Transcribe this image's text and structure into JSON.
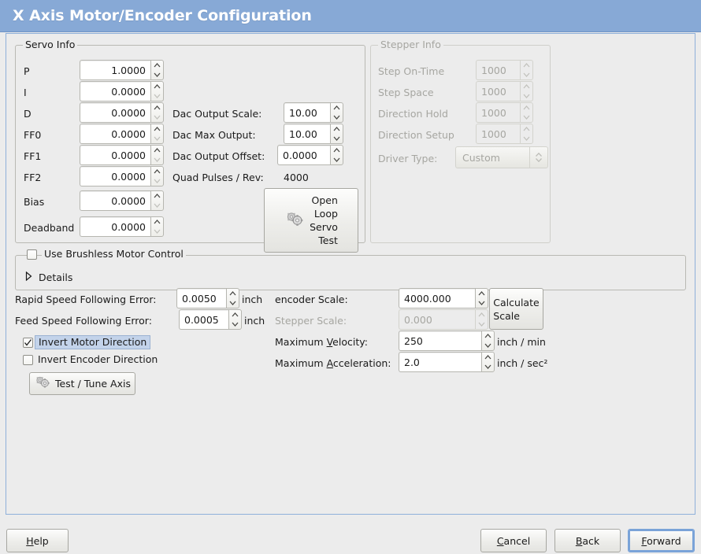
{
  "window": {
    "title": "X Axis Motor/Encoder Configuration",
    "header_color": "#87a9d6",
    "background_color": "#ececec",
    "accent_color": "#7aa3d8"
  },
  "servo_info": {
    "legend": "Servo Info",
    "pid_rows": [
      {
        "label": "P",
        "value": "1.0000"
      },
      {
        "label": "I",
        "value": "0.0000"
      },
      {
        "label": "D",
        "value": "0.0000"
      },
      {
        "label": "FF0",
        "value": "0.0000"
      },
      {
        "label": "FF1",
        "value": "0.0000"
      },
      {
        "label": "FF2",
        "value": "0.0000"
      },
      {
        "label": "Bias",
        "value": "0.0000"
      },
      {
        "label": "Deadband",
        "value": "0.0000"
      }
    ],
    "dac_output_scale": {
      "label": "Dac Output Scale:",
      "value": "10.00"
    },
    "dac_max_output": {
      "label": "Dac Max Output:",
      "value": "10.00"
    },
    "dac_output_offset": {
      "label": "Dac Output Offset:",
      "value": "0.0000"
    },
    "quad_pulses_per_rev": {
      "label": "Quad Pulses / Rev:",
      "value": "4000"
    },
    "open_loop_button": "Open\nLoop\nServo\nTest",
    "open_loop_button_lines": [
      "Open",
      "Loop",
      "Servo",
      "Test"
    ]
  },
  "stepper_info": {
    "legend": "Stepper Info",
    "enabled": false,
    "rows": [
      {
        "label": "Step On-Time",
        "value": "1000"
      },
      {
        "label": "Step Space",
        "value": "1000"
      },
      {
        "label": "Direction Hold",
        "value": "1000"
      },
      {
        "label": "Direction Setup",
        "value": "1000"
      }
    ],
    "driver_type": {
      "label": "Driver Type:",
      "value": "Custom"
    }
  },
  "brushless": {
    "checkbox_label": "Use Brushless Motor Control",
    "checked": false,
    "details_label": "Details",
    "details_expanded": false
  },
  "tuning": {
    "rapid_following_error": {
      "label": "Rapid Speed Following Error:",
      "value": "0.0050",
      "unit": "inch"
    },
    "feed_following_error": {
      "label": "Feed Speed Following Error:",
      "value": "0.0005",
      "unit": "inch"
    },
    "invert_motor_direction": {
      "label": "Invert Motor Direction",
      "checked": true,
      "focused": true
    },
    "invert_encoder_direction": {
      "label": "Invert Encoder Direction",
      "checked": false,
      "focused": false
    },
    "test_tune_button": "Test / Tune Axis"
  },
  "scales": {
    "encoder_scale": {
      "label": "encoder Scale:",
      "value": "4000.000",
      "enabled": true
    },
    "stepper_scale": {
      "label": "Stepper Scale:",
      "value": "0.000",
      "enabled": false
    },
    "maximum_velocity": {
      "label_pre": "Maximum ",
      "label_mnemonic": "V",
      "label_post": "elocity:",
      "value": "250",
      "unit": "inch / min"
    },
    "maximum_acceleration": {
      "label_pre": "Maximum ",
      "label_mnemonic": "A",
      "label_post": "cceleration:",
      "value": "2.0",
      "unit": "inch / sec²"
    },
    "calculate_scale_button_lines": [
      "Calculate",
      "Scale"
    ]
  },
  "actions": {
    "help": {
      "mnemonic": "H",
      "rest": "elp"
    },
    "cancel": {
      "mnemonic": "C",
      "rest": "ancel"
    },
    "back": {
      "mnemonic": "B",
      "rest": "ack"
    },
    "forward": {
      "mnemonic": "F",
      "rest": "orward",
      "focused": true
    }
  },
  "icons": {
    "gears": "gears-icon",
    "expander": "triangle-right-icon",
    "spin_up": "chevron-up-icon",
    "spin_down": "chevron-down-icon",
    "check": "check-icon"
  }
}
